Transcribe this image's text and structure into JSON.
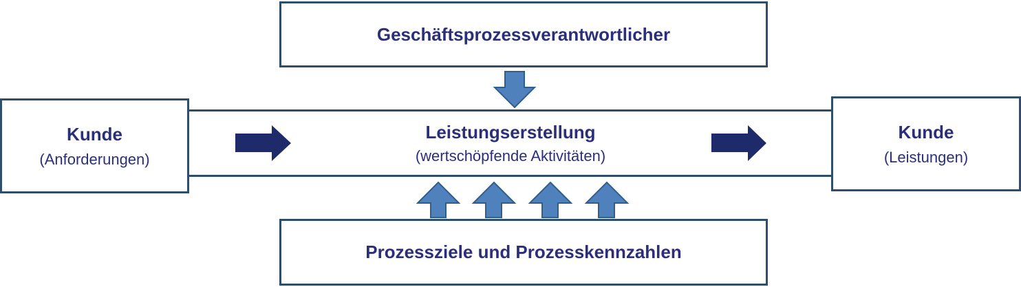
{
  "colors": {
    "box_border": "#2f4e6e",
    "text": "#2b2f7a",
    "navy_arrow": "#1f2a6b",
    "blue_arrow_fill": "#4f81bd",
    "blue_arrow_stroke": "#2f5d8c"
  },
  "top_box": {
    "title": "Geschäftsprozessverantwortlicher"
  },
  "bottom_box": {
    "title": "Prozessziele und Prozesskennzahlen"
  },
  "left_box": {
    "title": "Kunde",
    "subtitle": "(Anforderungen)"
  },
  "right_box": {
    "title": "Kunde",
    "subtitle": "(Leistungen)"
  },
  "center_band": {
    "title": "Leistungserstellung",
    "subtitle": "(wertschöpfende Aktivitäten)"
  },
  "icons": {
    "flow_in": "arrow-right-icon",
    "flow_out": "arrow-right-icon",
    "responsibility": "arrow-down-icon",
    "goals": "arrow-up-icon"
  }
}
